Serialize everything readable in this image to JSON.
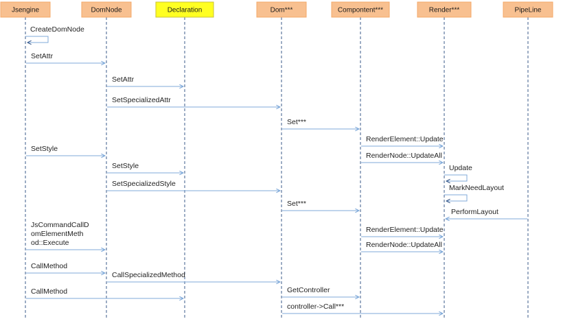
{
  "colors": {
    "header_fill": "#f8c090",
    "header_highlight_fill": "#ffff22",
    "arrow": "#7fa9d9",
    "lifeline": "#3a5a8a"
  },
  "lifelines": [
    {
      "id": "jsengine",
      "label": "Jsengine"
    },
    {
      "id": "domnode",
      "label": "DomNode"
    },
    {
      "id": "declaration",
      "label": "Declaration",
      "highlight": true
    },
    {
      "id": "dom",
      "label": "Dom***"
    },
    {
      "id": "component",
      "label": "Compontent***"
    },
    {
      "id": "render",
      "label": "Render***"
    },
    {
      "id": "pipeline",
      "label": "PipeLine"
    }
  ],
  "messages": [
    {
      "from": "jsengine",
      "to": "jsengine",
      "label": [
        "CreateDomNode"
      ],
      "self": true
    },
    {
      "from": "jsengine",
      "to": "domnode",
      "label": [
        "SetAttr"
      ]
    },
    {
      "from": "domnode",
      "to": "declaration",
      "label": [
        "SetAttr"
      ]
    },
    {
      "from": "domnode",
      "to": "dom",
      "label": [
        "SetSpecializedAttr"
      ]
    },
    {
      "from": "dom",
      "to": "component",
      "label": [
        "Set***"
      ]
    },
    {
      "from": "component",
      "to": "render",
      "label": [
        "RenderElement::Update"
      ]
    },
    {
      "from": "jsengine",
      "to": "domnode",
      "label": [
        "SetStyle"
      ]
    },
    {
      "from": "component",
      "to": "render",
      "label": [
        "RenderNode::UpdateAll"
      ]
    },
    {
      "from": "domnode",
      "to": "declaration",
      "label": [
        "SetStyle"
      ]
    },
    {
      "from": "render",
      "to": "render",
      "label": [
        "Update"
      ],
      "self": true
    },
    {
      "from": "domnode",
      "to": "dom",
      "label": [
        "SetSpecializedStyle"
      ]
    },
    {
      "from": "render",
      "to": "render",
      "label": [
        "MarkNeedLayout"
      ],
      "self": true
    },
    {
      "from": "dom",
      "to": "component",
      "label": [
        "Set***"
      ]
    },
    {
      "from": "pipeline",
      "to": "render",
      "label": [
        "PerformLayout"
      ]
    },
    {
      "from": "component",
      "to": "render",
      "label": [
        "RenderElement::Update"
      ]
    },
    {
      "from": "jsengine",
      "to": "domnode",
      "label": [
        "JsCommandCallD",
        "omElementMeth",
        "od::Execute"
      ]
    },
    {
      "from": "component",
      "to": "render",
      "label": [
        "RenderNode::UpdateAll"
      ]
    },
    {
      "from": "jsengine",
      "to": "domnode",
      "label": [
        "CallMethod"
      ]
    },
    {
      "from": "domnode",
      "to": "dom",
      "label": [
        "CallSpecializedMethod"
      ]
    },
    {
      "from": "dom",
      "to": "component",
      "label": [
        "GetController"
      ]
    },
    {
      "from": "jsengine",
      "to": "declaration",
      "label": [
        "CallMethod"
      ]
    },
    {
      "from": "dom",
      "to": "render",
      "label": [
        "controller->Call***"
      ]
    }
  ]
}
